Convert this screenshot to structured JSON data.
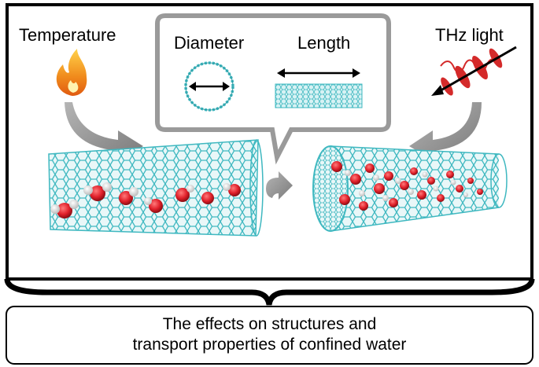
{
  "labels": {
    "temperature": "Temperature",
    "thz_light": "THz light",
    "diameter": "Diameter",
    "length": "Length"
  },
  "caption": {
    "line1": "The effects on structures and",
    "line2": "transport properties of confined water"
  },
  "colors": {
    "carbon": "#3fb8c0",
    "oxygen": "#e0202a",
    "hydrogen": "#f2f2f2",
    "arrow_gray": "#8a8a8a",
    "frame_gray": "#9a9a9a",
    "flame_orange": "#f08a1c",
    "light_wave_red": "#d42a2a"
  },
  "icons": [
    "flame-icon",
    "thz-wave-icon",
    "double-arrow-icon",
    "curved-arrow-icon"
  ]
}
